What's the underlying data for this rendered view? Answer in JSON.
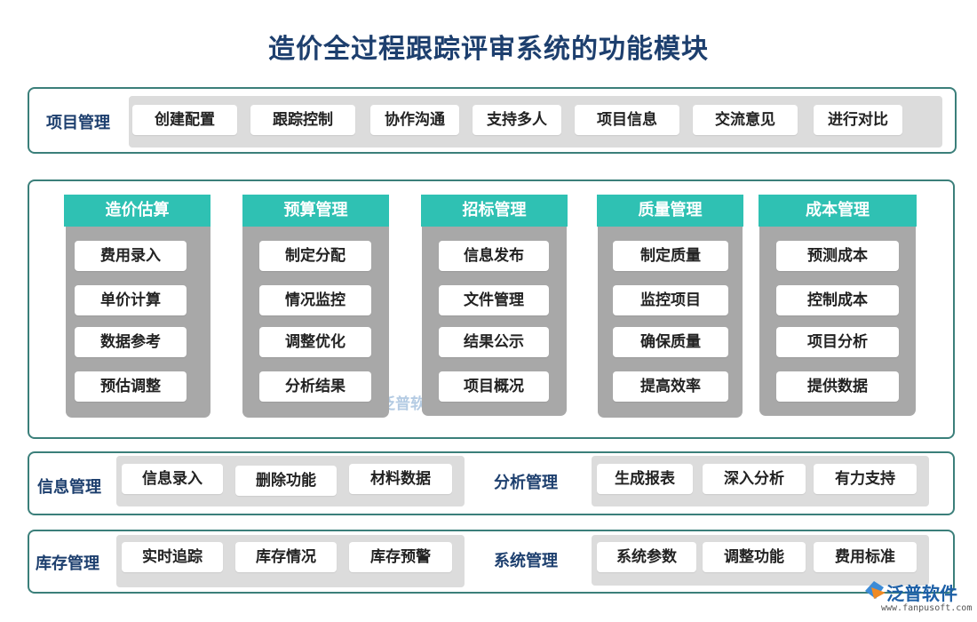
{
  "title": "造价全过程跟踪评审系统的功能模块",
  "project": {
    "label": "项目管理",
    "items": [
      "创建配置",
      "跟踪控制",
      "协作沟通",
      "支持多人",
      "项目信息",
      "交流意见",
      "进行对比"
    ]
  },
  "modules": [
    {
      "label": "造价估算",
      "items": [
        "费用录入",
        "单价计算",
        "数据参考",
        "预估调整"
      ]
    },
    {
      "label": "预算管理",
      "items": [
        "制定分配",
        "情况监控",
        "调整优化",
        "分析结果"
      ]
    },
    {
      "label": "招标管理",
      "items": [
        "信息发布",
        "文件管理",
        "结果公示",
        "项目概况"
      ]
    },
    {
      "label": "质量管理",
      "items": [
        "制定质量",
        "监控项目",
        "确保质量",
        "提高效率"
      ]
    },
    {
      "label": "成本管理",
      "items": [
        "预测成本",
        "控制成本",
        "项目分析",
        "提供数据"
      ]
    }
  ],
  "info": {
    "label": "信息管理",
    "items": [
      "信息录入",
      "删除功能",
      "材料数据"
    ]
  },
  "analysis": {
    "label": "分析管理",
    "items": [
      "生成报表",
      "深入分析",
      "有力支持"
    ]
  },
  "inventory": {
    "label": "库存管理",
    "items": [
      "实时追踪",
      "库存情况",
      "库存预警"
    ]
  },
  "system": {
    "label": "系统管理",
    "items": [
      "系统参数",
      "调整功能",
      "费用标准"
    ]
  },
  "watermark": "泛普软",
  "logo": {
    "name": "泛普软件",
    "url": "www.fanpusoft.com"
  },
  "colors": {
    "teal": "#2fc1b3",
    "border": "#3b7f7a",
    "navy": "#1d3f6e",
    "gray_column": "#a8a8a8",
    "gray_panel": "#dcdcdc"
  }
}
